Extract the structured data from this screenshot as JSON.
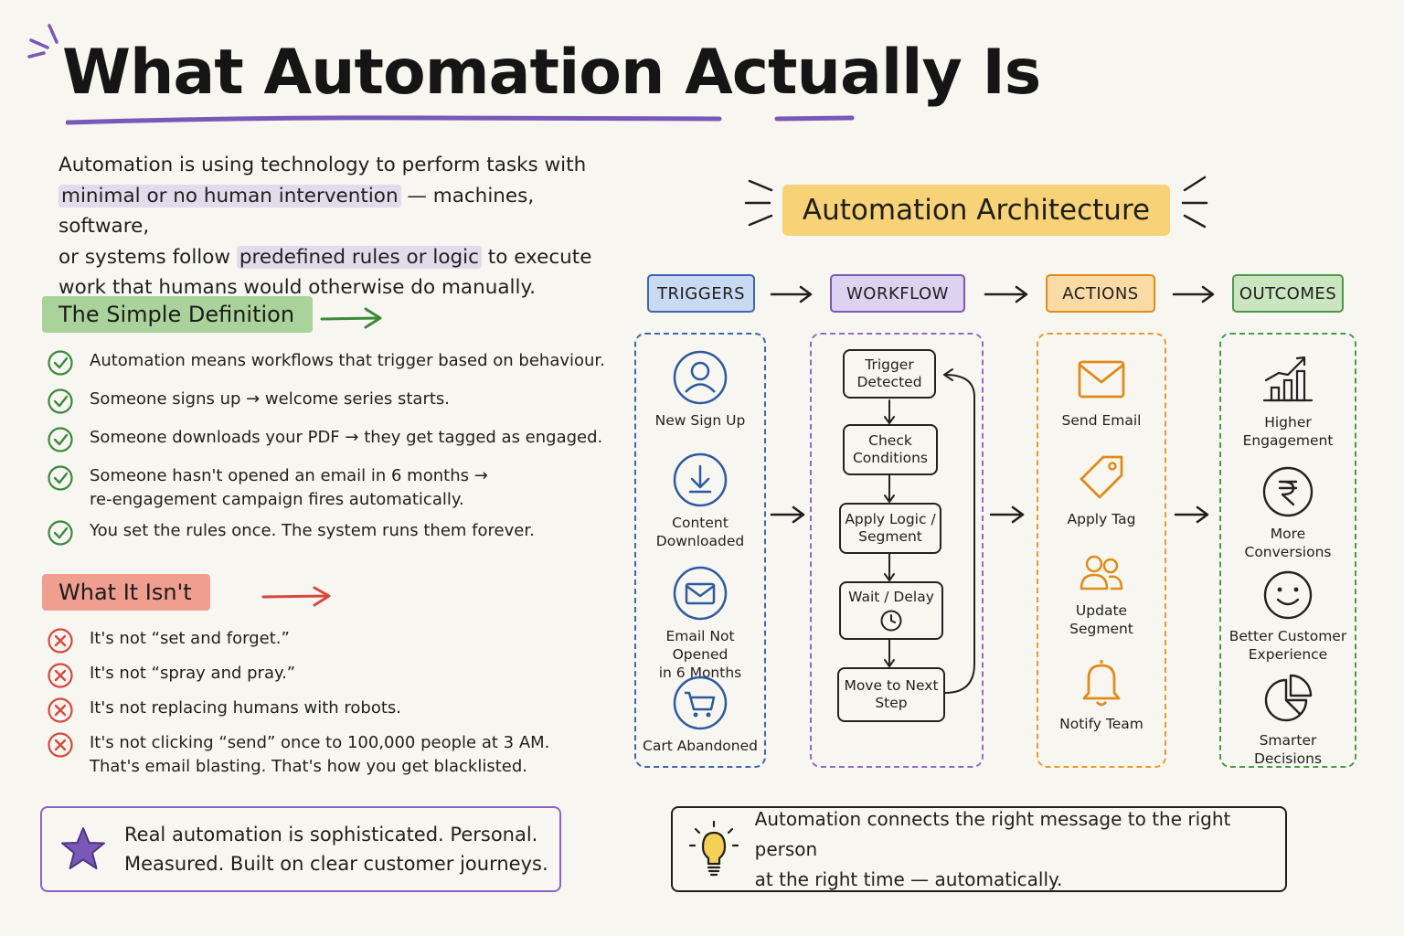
{
  "title": "What Automation Actually Is",
  "intro": {
    "p1": "Automation is using technology to perform tasks with",
    "hl1": "minimal or no human intervention",
    "p2": " — machines, software,",
    "p3": "or systems follow ",
    "hl2": "predefined rules or logic",
    "p4": " to execute",
    "p5": "work that humans would otherwise do manually."
  },
  "definition": {
    "heading": "The Simple Definition",
    "items": [
      "Automation means workflows that trigger based on behaviour.",
      "Someone signs up → welcome series starts.",
      "Someone downloads your PDF → they get tagged as engaged.",
      "Someone hasn't opened an email in 6 months →",
      "re-engagement campaign fires automatically.",
      "You set the rules once. The system runs them forever."
    ]
  },
  "isnt": {
    "heading": "What It Isn't",
    "items": [
      "It's not “set and forget.”",
      "It's not “spray and pray.”",
      "It's not replacing humans with robots.",
      "It's not clicking “send” once to 100,000 people at 3 AM.",
      "That's email blasting. That's how you get blacklisted."
    ]
  },
  "callout_left": {
    "line1": "Real automation is sophisticated. Personal.",
    "line2": "Measured. Built on clear customer journeys."
  },
  "architecture": {
    "heading": "Automation Architecture",
    "columns": {
      "triggers": "TRIGGERS",
      "workflow": "WORKFLOW",
      "actions": "ACTIONS",
      "outcomes": "OUTCOMES"
    },
    "triggers": [
      {
        "label1": "New Sign Up",
        "label2": "",
        "icon": "user-icon"
      },
      {
        "label1": "Content",
        "label2": "Downloaded",
        "icon": "download-icon"
      },
      {
        "label1": "Email Not Opened",
        "label2": "in 6 Months",
        "icon": "mail-icon"
      },
      {
        "label1": "Cart Abandoned",
        "label2": "",
        "icon": "cart-icon"
      }
    ],
    "workflow": [
      {
        "label1": "Trigger",
        "label2": "Detected"
      },
      {
        "label1": "Check",
        "label2": "Conditions"
      },
      {
        "label1": "Apply Logic /",
        "label2": "Segment"
      },
      {
        "label1": "Wait / Delay",
        "label2": ""
      },
      {
        "label1": "Move to Next",
        "label2": "Step"
      }
    ],
    "actions": [
      {
        "label1": "Send Email",
        "label2": "",
        "icon": "envelope-icon"
      },
      {
        "label1": "Apply Tag",
        "label2": "",
        "icon": "tag-icon"
      },
      {
        "label1": "Update",
        "label2": "Segment",
        "icon": "users-icon"
      },
      {
        "label1": "Notify Team",
        "label2": "",
        "icon": "bell-icon"
      }
    ],
    "outcomes": [
      {
        "label1": "Higher",
        "label2": "Engagement",
        "icon": "growth-chart-icon"
      },
      {
        "label1": "More",
        "label2": "Conversions",
        "icon": "rupee-icon"
      },
      {
        "label1": "Better Customer",
        "label2": "Experience",
        "icon": "smiley-icon"
      },
      {
        "label1": "Smarter",
        "label2": "Decisions",
        "icon": "pie-chart-icon"
      }
    ]
  },
  "callout_right": {
    "line1": "Automation connects the right message to the right person",
    "line2": "at the right time — automatically."
  },
  "colors": {
    "purple": "#7a58b8",
    "blue": "#3c66ad",
    "orange": "#e08c16",
    "green": "#4a9a4a",
    "red": "#d8483c"
  }
}
